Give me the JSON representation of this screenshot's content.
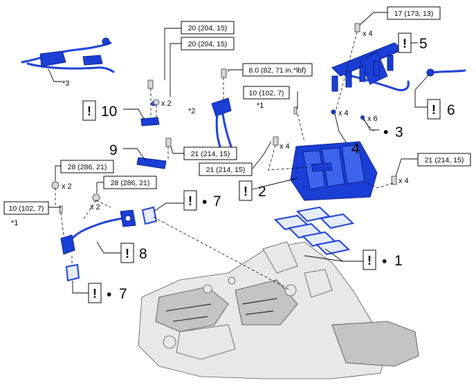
{
  "torque_labels": {
    "t1": "20 (204, 15)",
    "t2": "20 (204, 15)",
    "t3": "8.0 (82, 71 in.*lbf)",
    "t4": "10 (102, 7)",
    "t5": "17 (173, 13)",
    "t6": "21 (214, 15)",
    "t7": "21 (214, 15)",
    "t8": "21 (214, 15)",
    "t9": "28 (286, 21)",
    "t10": "28 (286, 21)",
    "t11": "10 (102, 7)"
  },
  "qty_labels": {
    "q_bolt_10": "x 2",
    "q_bolt_17": "x 4",
    "q_nozzle": "x 4",
    "q_clip": "x 6",
    "q_bolt_21_left": "x 4",
    "q_bolt_21_right": "x 4",
    "q_nut_28_a": "x 2",
    "q_nut_28_b": "x 2"
  },
  "notes": {
    "n3": "*3",
    "n2": "*2",
    "n1_top": "*1",
    "n1_left": "*1"
  },
  "callouts": {
    "c1": "1",
    "c2": "2",
    "c3": "3",
    "c4": "4",
    "c5": "5",
    "c6": "6",
    "c7a": "7",
    "c7b": "7",
    "c8": "8",
    "c9": "9",
    "c10": "10"
  },
  "symbols": {
    "warning": "!",
    "bullet": "•"
  },
  "colors": {
    "part_blue": "#1a3fd6",
    "engine_gray": "#e8e8e8",
    "line": "#000000"
  }
}
